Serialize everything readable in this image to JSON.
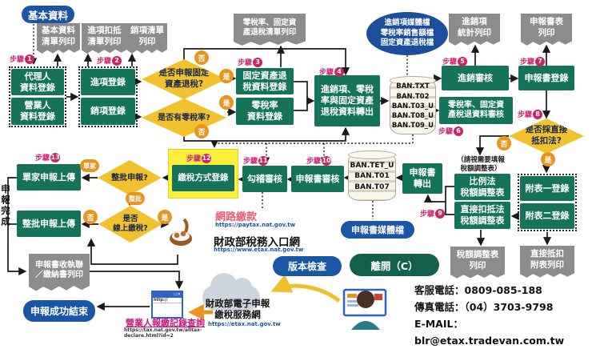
{
  "flow": {
    "start": "基本資料",
    "step_prefix": "步驟",
    "steps": {
      "n1": "1",
      "n2": "2",
      "n3": "3",
      "n4": "4",
      "n5": "5",
      "n6": "6",
      "n7": "7",
      "n8": "8",
      "n9": "9",
      "n10": "10",
      "n11": "11",
      "n12": "12",
      "n13": "13"
    },
    "badges": {
      "yes": "是",
      "no": "否",
      "single": "單家",
      "batch": "整批"
    },
    "boxes": {
      "agent_reg": "代理人\n資料登錄",
      "business_reg": "營業人\n資料登錄",
      "input_reg": "進項登錄",
      "sales_reg": "銷項登錄",
      "fixed_asset_reg": "固定資產退\n稅資料登錄",
      "zero_rate_reg": "零稅率\n資料登錄",
      "export_data": "進銷項、零稅\n率與固定資產\n退稅資料轉出",
      "io_review": "進銷審核",
      "zero_fixed_review": "零稅率、固定資\n產稅退資料審核",
      "return_reg": "申報書登錄",
      "return_export": "申報書\n轉出",
      "return_review": "申報書審核",
      "crosscheck_review": "勾稽審核",
      "pay_method_reg": "繳稅方式登錄",
      "single_upload": "單家申報上傳",
      "batch_upload": "整批申報上傳",
      "ratio_adjust": "比例法\n稅額調整表",
      "direct_adjust": "直接扣抵法\n稅額調整表",
      "annex1": "附表一登錄",
      "annex2": "附表二登錄"
    },
    "diamonds": {
      "fixed_asset_q": "是否申報固定\n資產退稅?",
      "zero_rate_q": "是否有零稅率?",
      "direct_deduct_q": "是否採直接\n抵扣法?",
      "batch_q": "整批申報?",
      "online_pay_q": "是否\n線上繳稅?"
    },
    "prints": {
      "basic": "基本資料\n清單列印",
      "input_deduct": "進項扣抵\n清單列印",
      "sales": "銷項清單\n列印",
      "zero_fixed": "零稅率、固定資\n產退稅清單列印",
      "io_stat": "進銷項\n統計列印",
      "return_forms": "申報書表\n列印",
      "tax_adjust": "稅額調整表\n列印",
      "direct_deduct": "直接抵扣\n附表列印",
      "receipt": "申報書收執聯\n／繳納書列印"
    },
    "cylinders": {
      "files1": [
        "BAN.TXT",
        "BAN.T02",
        "BAN.T03_U",
        "BAN.T08_U",
        "BAN.T09_U"
      ],
      "files2": [
        "BAN.TET_U",
        "BAN.T01",
        "BAN.T07"
      ]
    },
    "pills": {
      "media_files": "進銷項媒體檔\n零稅率銷售額檔\n固定資產退稅檔",
      "return_media": "申報書媒體檔",
      "version_check": "版本檢查",
      "exit": "離開（C）",
      "success": "申報成功結束"
    },
    "notes": {
      "adjust_note": "（請視需要填報\n稅額調整表）",
      "complete_vertical": "申報完成"
    },
    "links": {
      "net_pay": "網路繳款",
      "net_pay_url": "https://paytax.nat.gov.tw",
      "portal": "財政部稅務入口網",
      "portal_url": "https://www.etax.nat.gov.tw",
      "etax": "財政部電子申報\n繳稅服務網",
      "etax_url": "https://etax.nat.gov.tw",
      "record_query": "營業人報繳記錄查詢",
      "record_url": "https://tax.nat.gov.tw/alltax-declare.html?id=2",
      "browser_url": "http://"
    },
    "contact": {
      "phone": "客服電話：0809-085-188",
      "fax": "傳真電話：（04）3703-9798",
      "email": "E-MAIL：blr@etax.tradevan.com.tw"
    },
    "colors": {
      "green": "#15735a",
      "dark_green_pill": "#15604d",
      "diamond_yellow": "#f2c12e",
      "badge_orange": "#e8941e",
      "pill_blue": "#1b55a5",
      "step_crimson": "#d02a74",
      "callout_gray": "#8c8c8c",
      "highlight_yellow": "#ffee3c"
    }
  }
}
